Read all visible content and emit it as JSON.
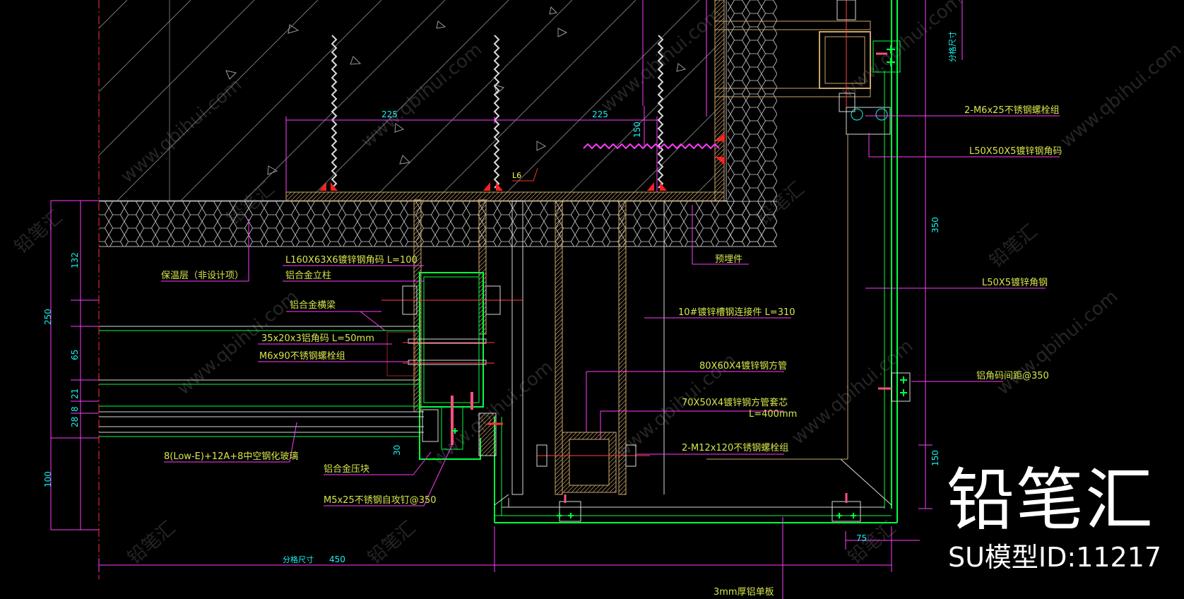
{
  "dimensions": {
    "d225a": "225",
    "d225b": "225",
    "d150_top": "150",
    "d350": "350",
    "d150_right": "150",
    "d75": "75",
    "d450": "450",
    "d250": "250",
    "d132": "132",
    "d65": "65",
    "d21": "21",
    "d8": "8",
    "d28": "28",
    "d100": "100",
    "d30": "30",
    "d16": "L6"
  },
  "labels": {
    "grid_size_right": "分格尺寸",
    "grid_size_bottom": "分格尺寸",
    "m6_bolt": "2-M6x25不锈钢螺栓组",
    "l50_angle_code": "L50X50X5镀锌钢角码",
    "l50_angle": "L50X5镀锌角钢",
    "embed": "预埋件",
    "insulation": "保温层（非设计项）",
    "l160": "L160X63X6镀锌钢角码 L=100",
    "mullion": "铝合金立柱",
    "transom": "铝合金横梁",
    "alu_code": "35x20x3铝角码  L=50mm",
    "m6x90": "M6x90不锈钢螺栓组",
    "channel": "10#镀锌槽钢连接件 L=310",
    "tube80": "80X60X4镀锌钢方管",
    "tube70a": "70X50X4镀锌钢方管套芯",
    "tube70b": "L=400mm",
    "m12": "2-M12x120不锈钢螺栓组",
    "alu_spacing": "铝角码间距@350",
    "glass": "8(Low-E)+12A+8中空钢化玻璃",
    "pressure": "铝合金压块",
    "screw": "M5x25不锈钢自攻钉@350",
    "panel": "3mm厚铝单板"
  },
  "watermark": {
    "url": "www.qbihui.com",
    "brand_small": "铅笔汇"
  },
  "brand": {
    "name": "铅笔汇",
    "id_line": "SU模型ID:11217"
  }
}
